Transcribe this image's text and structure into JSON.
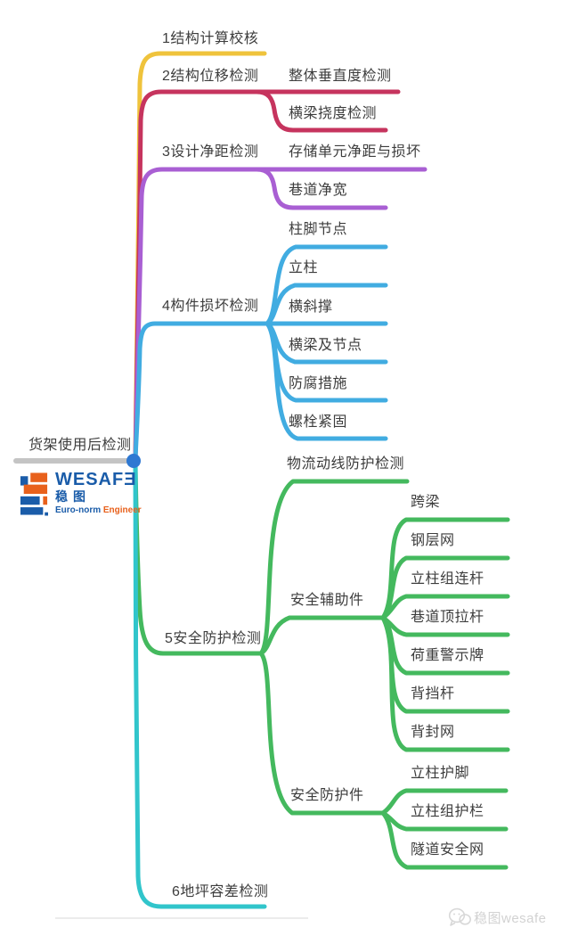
{
  "root": {
    "label": "货架使用后检测"
  },
  "branches": [
    {
      "label": "1结构计算校核",
      "children": []
    },
    {
      "label": "2结构位移检测",
      "children": [
        {
          "label": "整体垂直度检测"
        },
        {
          "label": "横梁挠度检测"
        }
      ]
    },
    {
      "label": "3设计净距检测",
      "children": [
        {
          "label": "存储单元净距与损坏"
        },
        {
          "label": "巷道净宽"
        }
      ]
    },
    {
      "label": "4构件损坏检测",
      "children": [
        {
          "label": "柱脚节点"
        },
        {
          "label": "立柱"
        },
        {
          "label": "横斜撑"
        },
        {
          "label": "横梁及节点"
        },
        {
          "label": "防腐措施"
        },
        {
          "label": "螺栓紧固"
        }
      ]
    },
    {
      "label": "5安全防护检测",
      "children": [
        {
          "label": "物流动线防护检测",
          "children": []
        },
        {
          "label": "安全辅助件",
          "children": [
            {
              "label": "跨梁"
            },
            {
              "label": "钢层网"
            },
            {
              "label": "立柱组连杆"
            },
            {
              "label": "巷道顶拉杆"
            },
            {
              "label": "荷重警示牌"
            },
            {
              "label": "背挡杆"
            },
            {
              "label": "背封网"
            }
          ]
        },
        {
          "label": "安全防护件",
          "children": [
            {
              "label": "立柱护脚"
            },
            {
              "label": "立柱组护栏"
            },
            {
              "label": "隧道安全网"
            }
          ]
        }
      ]
    },
    {
      "label": "6地坪容差检测",
      "children": []
    }
  ],
  "logo": {
    "brand": "WESAFƎ",
    "cn": "稳图",
    "tagline_blue": "Euro-norm",
    "tagline_orange": "Engineer"
  },
  "watermark": {
    "text": "稳图wesafe"
  },
  "colors": {
    "yellow": "#EFC33C",
    "rose": "#C6345E",
    "purple": "#A95FD3",
    "blue": "#41ACE1",
    "green": "#44B95E",
    "cyan": "#31C5CB",
    "gray_line": "#C4C4C4",
    "dot": "#2E78D2",
    "text": "#3D3D3D",
    "brand_blue": "#1A5CA9",
    "brand_orange": "#E8611C",
    "wm": "#D2D2D2",
    "divider": "#ECECEC"
  }
}
